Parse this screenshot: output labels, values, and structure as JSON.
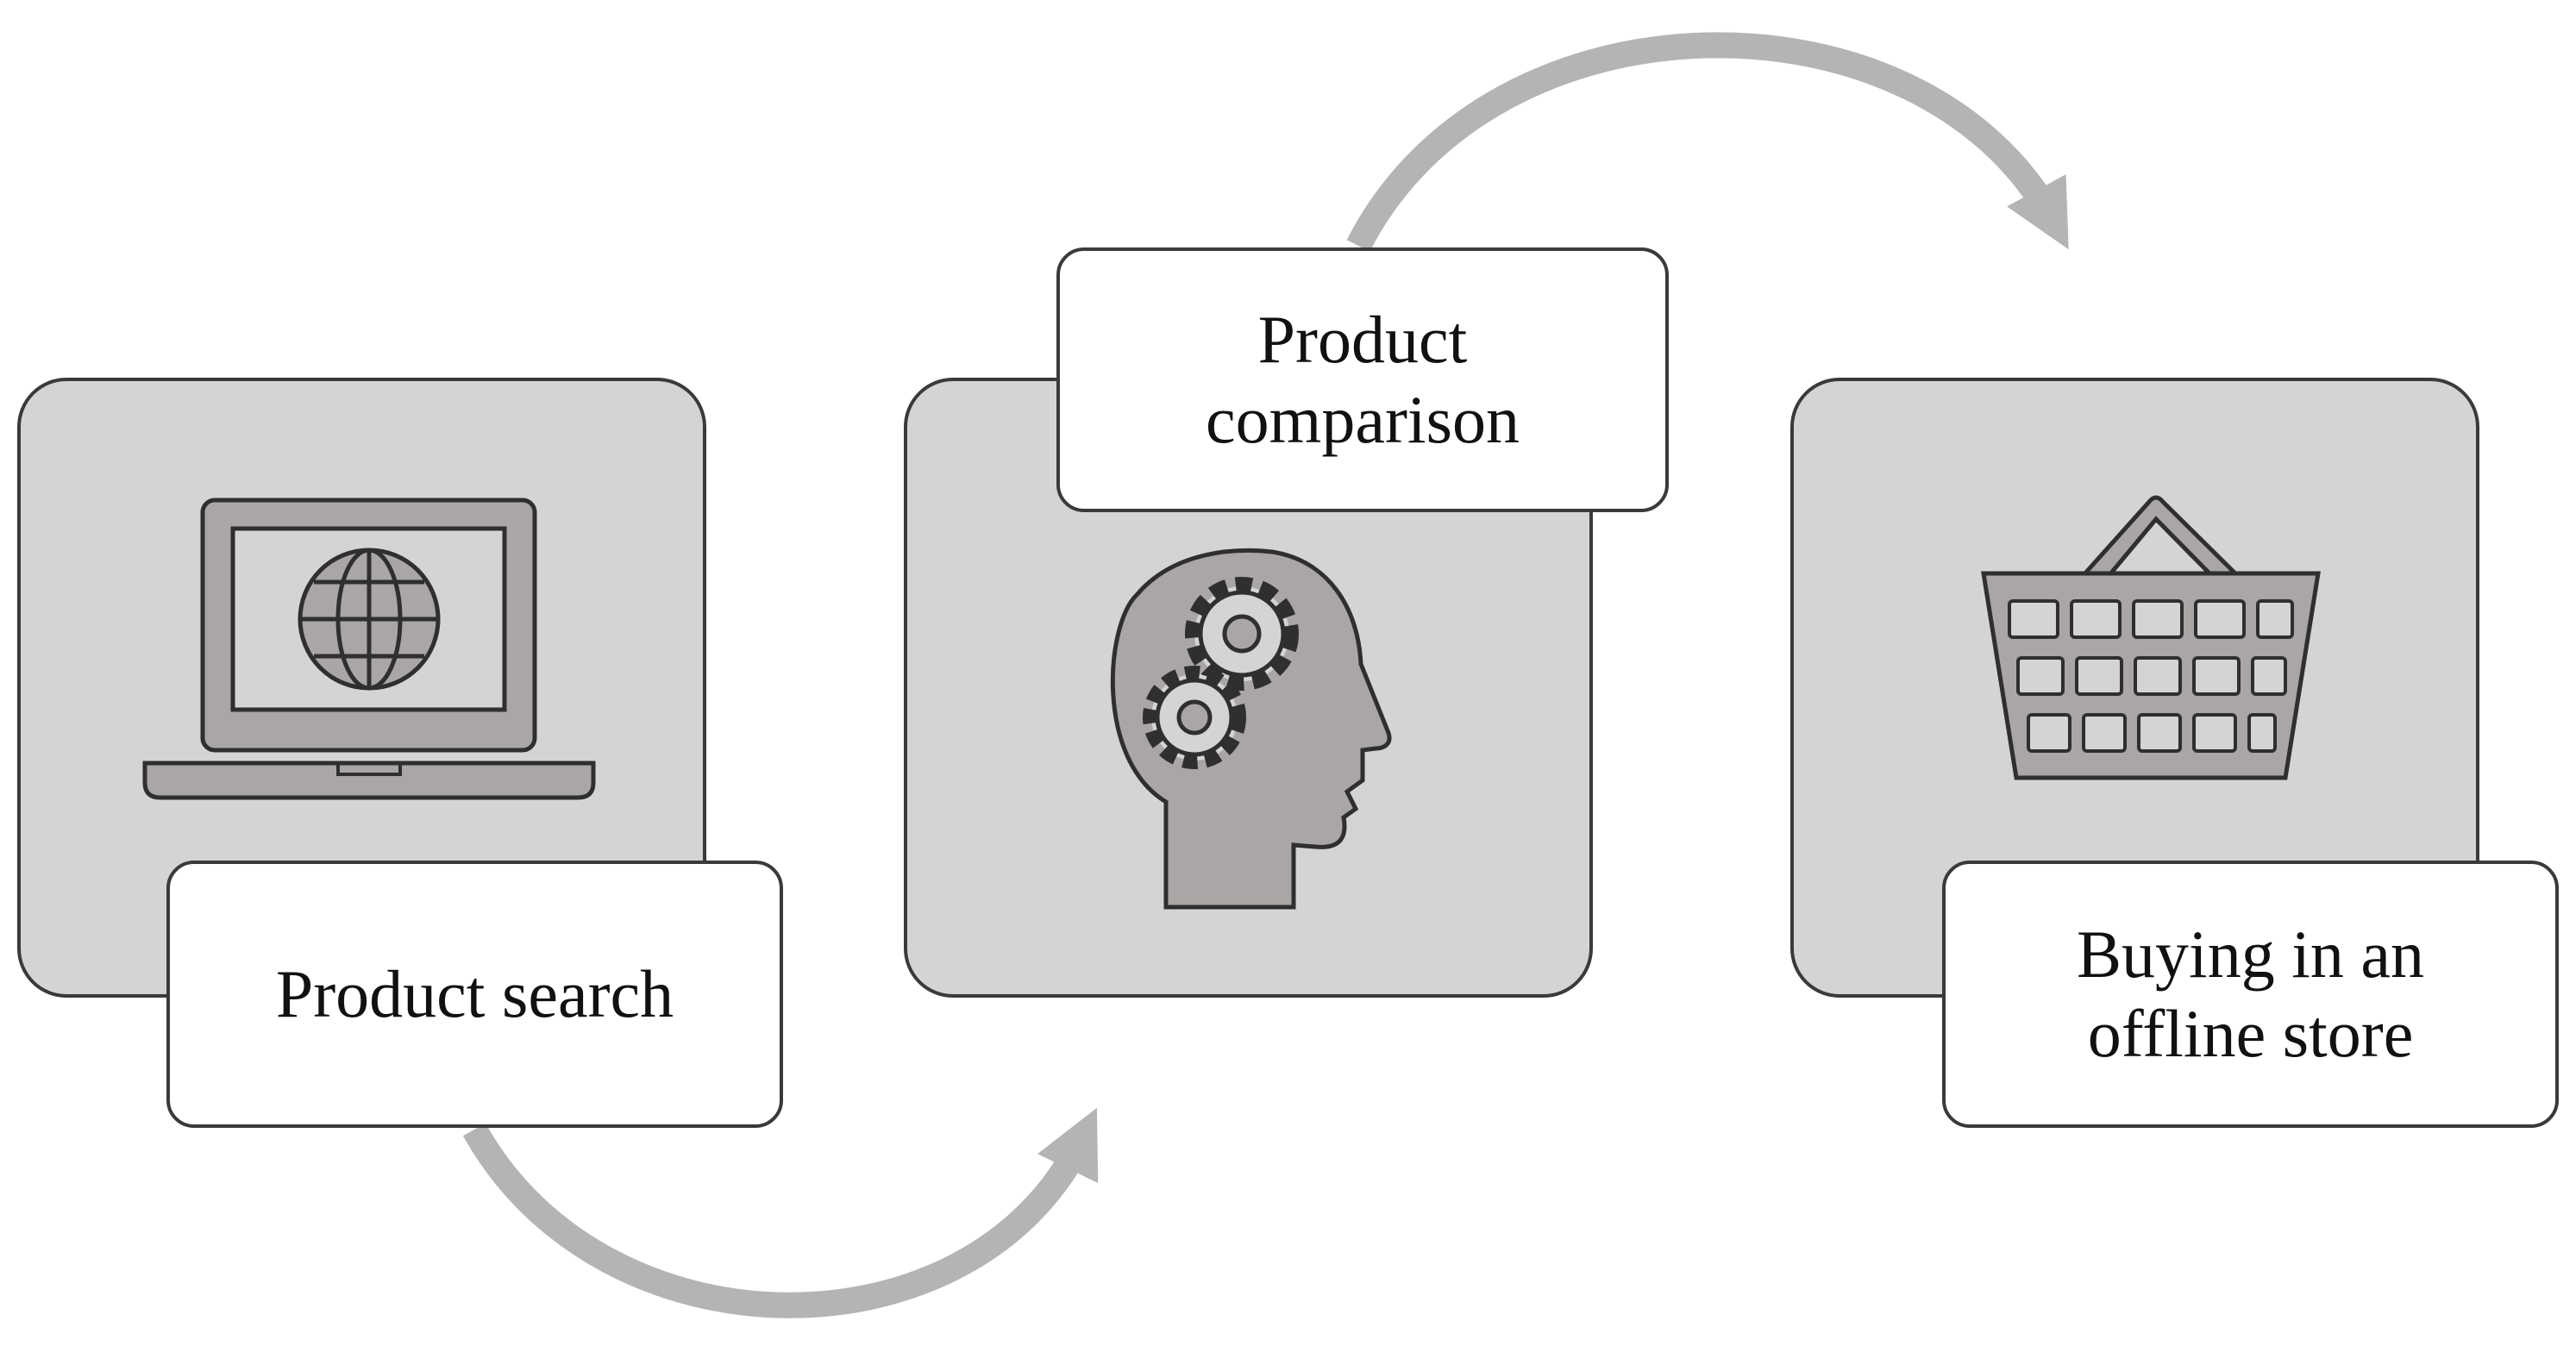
{
  "diagram": {
    "colors": {
      "panel_fill": "#d4d4d4",
      "panel_stroke": "#3a3a3a",
      "icon_fill": "#aaa6a5",
      "icon_stroke": "#2f2f2f",
      "arrow": "#b4b4b4",
      "label_fill": "#ffffff"
    },
    "steps": [
      {
        "id": "search",
        "label": "Product search",
        "icon": "laptop-globe-icon"
      },
      {
        "id": "compare",
        "label": "Product\ncomparison",
        "icon": "head-gears-icon"
      },
      {
        "id": "buy",
        "label": "Buying in an\noffline store",
        "icon": "shopping-basket-icon"
      }
    ],
    "arrows": [
      {
        "from": "search",
        "to": "compare",
        "icon": "curved-arrow-icon"
      },
      {
        "from": "compare",
        "to": "buy",
        "icon": "curved-arrow-icon"
      }
    ]
  }
}
